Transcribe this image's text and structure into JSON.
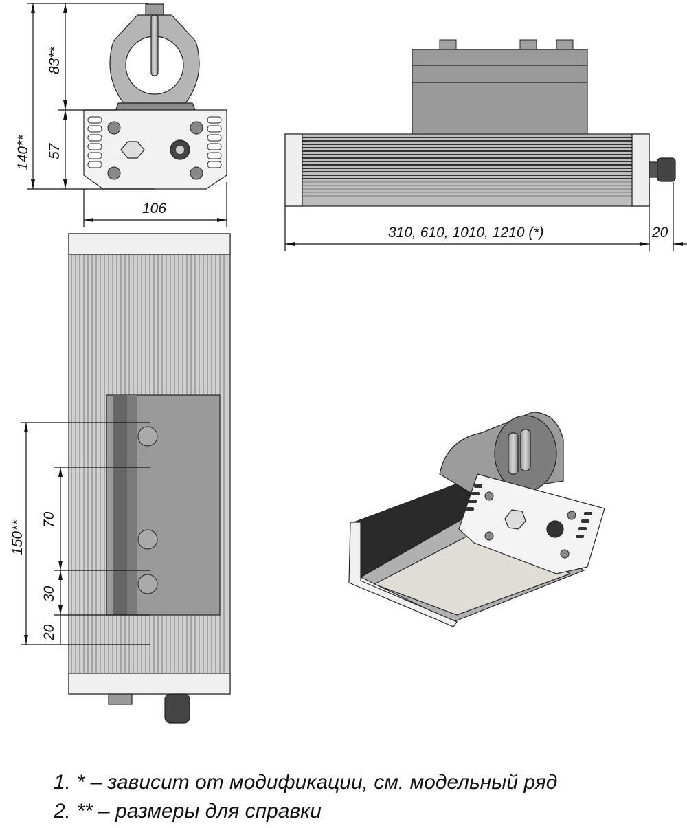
{
  "drawing": {
    "front_view": {
      "dim_height_bracket": "83**",
      "dim_height_plate": "57",
      "dim_height_total": "140**",
      "dim_width": "106"
    },
    "side_view": {
      "dim_length": "310, 610, 1010, 1210 (*)",
      "dim_gland": "20"
    },
    "bottom_view": {
      "dim_total": "150**",
      "dim_a": "70",
      "dim_b": "30",
      "dim_c": "20"
    },
    "notes": [
      "1.  * – зависит от модификации, см. модельный ряд",
      "2.  ** – размеры для справки"
    ]
  },
  "colors": {
    "metal_light": "#e8e8e8",
    "metal_mid": "#a8a8a8",
    "metal_dark": "#6a6a6a",
    "line": "#111111"
  }
}
